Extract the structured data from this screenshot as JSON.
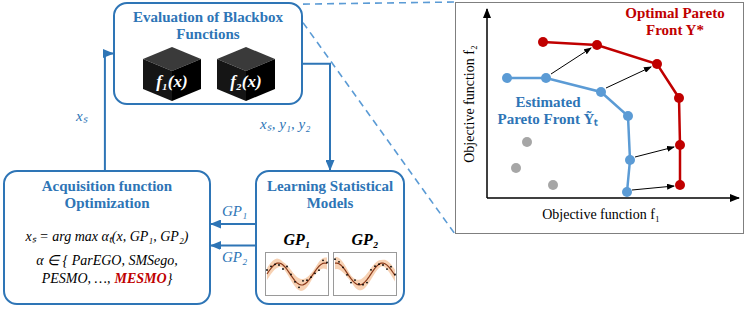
{
  "diagram": {
    "nodes": [
      {
        "text": [
          "Evaluation of Blackbox Functions"
        ]
      },
      {
        "text": [
          "f₁(x)"
        ],
        "in": 0
      },
      {
        "text": [
          "f₂(x)"
        ],
        "in": 0
      },
      {
        "text": [
          "Acquisition function Optimization",
          "xₛ = arg max αₜ(x, GP₁, GP₂)",
          "α ∈ { ParEGO, SMSego, PESMO, …,",
          "MESMO",
          "}"
        ]
      },
      {
        "text": [
          "Learning Statistical Models"
        ]
      },
      {
        "text": [
          "GP₁"
        ],
        "in": 4
      },
      {
        "text": [
          "GP₂"
        ],
        "in": 4
      },
      {
        "text": [
          "Optimal Pareto Front Y*",
          "Estimated Pareto Front Ỹₜ",
          "Objective function f₁",
          "Objective function f₂"
        ]
      }
    ],
    "edges": [
      {
        "from": 3,
        "to": 0,
        "arrow": "to",
        "label": "xₛ"
      },
      {
        "from": 0,
        "to": 4,
        "arrow": "to",
        "label": "xₛ, y₁, y₂"
      },
      {
        "from": 4,
        "to": 3,
        "arrow": "to",
        "label": "GP₁"
      },
      {
        "from": 4,
        "to": 3,
        "arrow": "to",
        "label": "GP₂"
      },
      {
        "from": 0,
        "to": 7,
        "arrow": "none"
      },
      {
        "from": 0,
        "to": 7,
        "arrow": "none"
      }
    ]
  }
}
